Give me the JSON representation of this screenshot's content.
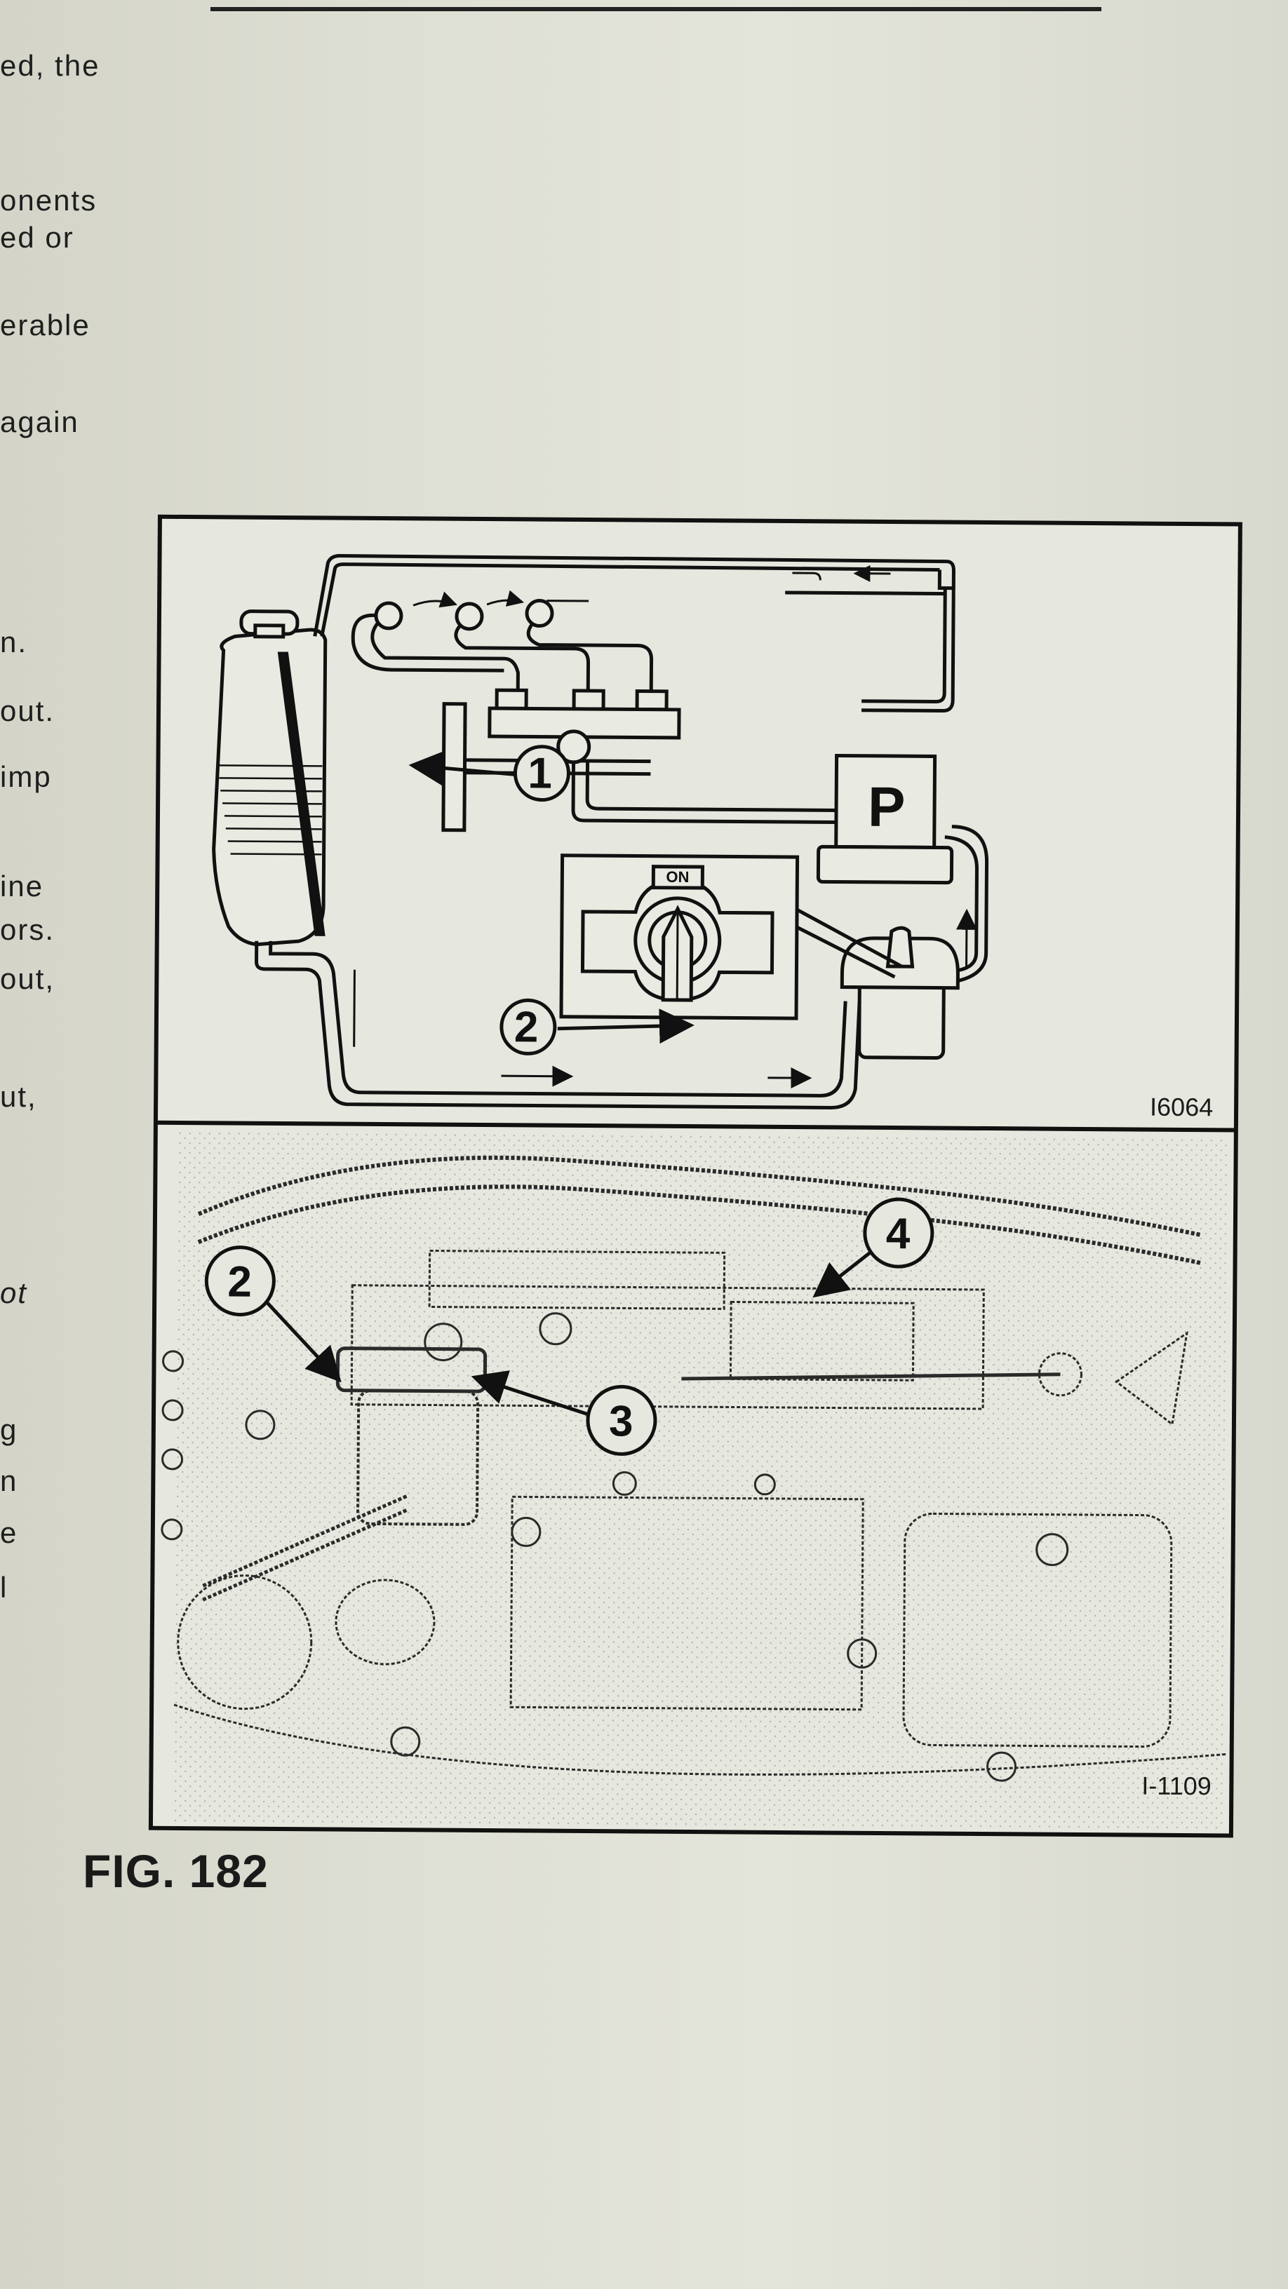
{
  "margin_lines": [
    {
      "id": "l1",
      "text": "ed,  the"
    },
    {
      "id": "l2",
      "text": "onents"
    },
    {
      "id": "l3",
      "text": "ed   or"
    },
    {
      "id": "l4",
      "text": "erable"
    },
    {
      "id": "l5",
      "text": "again"
    },
    {
      "id": "l6",
      "text": "n."
    },
    {
      "id": "l7",
      "text": "out."
    },
    {
      "id": "l8",
      "text": "imp"
    },
    {
      "id": "l9",
      "text": "ine"
    },
    {
      "id": "l10",
      "text": "ors."
    },
    {
      "id": "l11",
      "text": "out,"
    },
    {
      "id": "l12",
      "text": "ut,"
    },
    {
      "id": "l13",
      "text": "ot"
    },
    {
      "id": "l14",
      "text": "g"
    },
    {
      "id": "l15",
      "text": "n"
    },
    {
      "id": "l16",
      "text": "e"
    },
    {
      "id": "l17",
      "text": "l"
    }
  ],
  "figure": {
    "caption": "FIG. 182",
    "top_diagram": {
      "reference_code": "I6064",
      "switch_label": "ON",
      "pump_label": "P",
      "callouts": [
        "1",
        "2"
      ]
    },
    "bottom_drawing": {
      "reference_code": "I-1109",
      "callouts": [
        "2",
        "3",
        "4"
      ]
    }
  }
}
